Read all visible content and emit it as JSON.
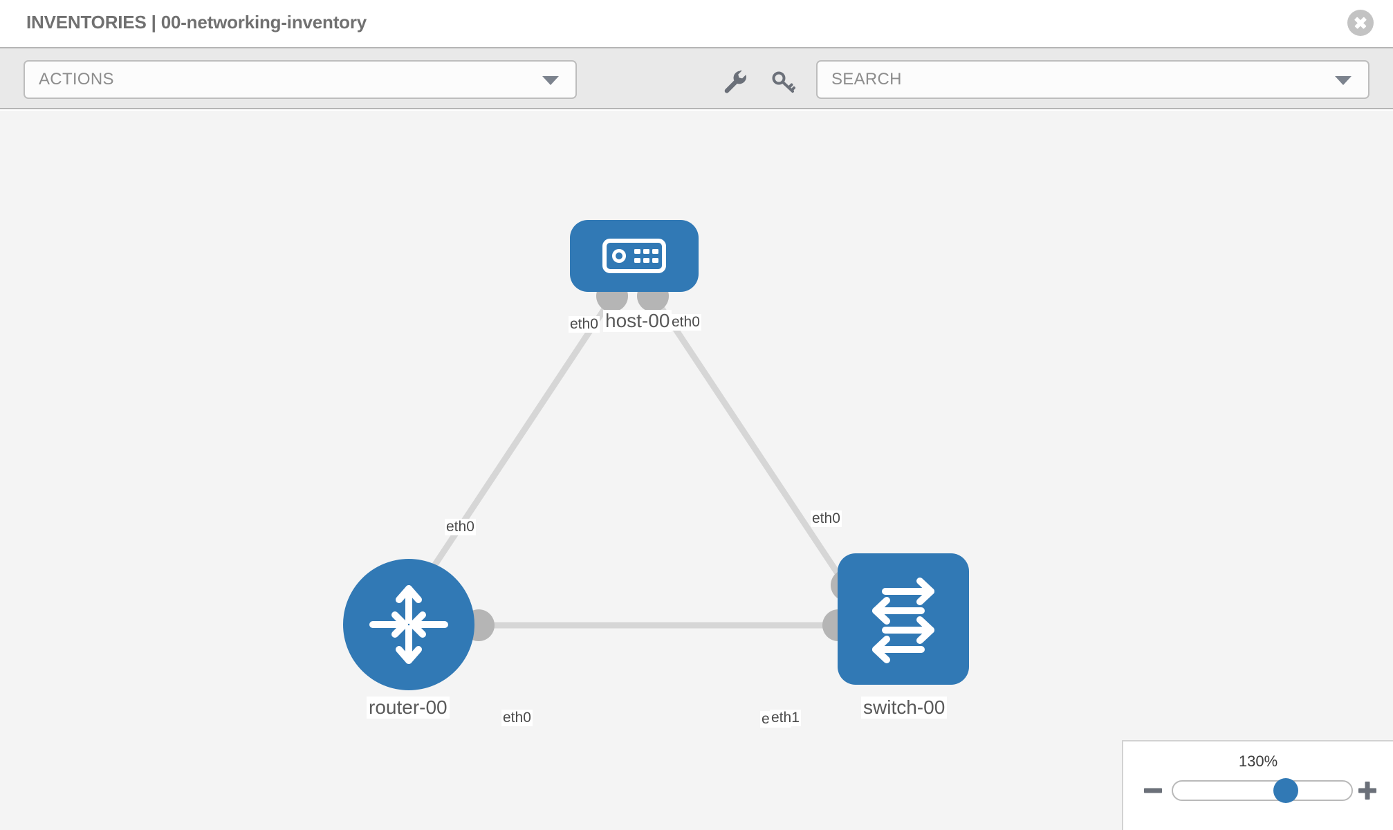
{
  "header": {
    "title": "INVENTORIES | 00-networking-inventory",
    "close_icon": "close-icon"
  },
  "toolbar": {
    "actions_label": "ACTIONS",
    "actions_caret_icon": "chevron-down-icon",
    "wrench_icon": "wrench-icon",
    "key_icon": "key-icon",
    "search_placeholder": "SEARCH",
    "search_caret_icon": "chevron-down-icon"
  },
  "topology": {
    "nodes": [
      {
        "id": "host-00",
        "label": "host-00",
        "type": "host",
        "icon": "server-icon",
        "shape": "rounded-rect",
        "color": "#3179b5"
      },
      {
        "id": "router-00",
        "label": "router-00",
        "type": "router",
        "icon": "router-arrows-icon",
        "shape": "circle",
        "color": "#3179b5"
      },
      {
        "id": "switch-00",
        "label": "switch-00",
        "type": "switch",
        "icon": "switch-arrows-icon",
        "shape": "rounded-rect",
        "color": "#3179b5"
      }
    ],
    "links": [
      {
        "from": "host-00",
        "from_iface": "eth0",
        "to": "router-00",
        "to_iface": "eth0"
      },
      {
        "from": "host-00",
        "from_iface": "eth0",
        "to": "switch-00",
        "to_iface": "eth0"
      },
      {
        "from": "router-00",
        "from_iface": "eth0",
        "to": "switch-00",
        "to_iface": "eth1"
      }
    ],
    "interface_labels": {
      "host_left": "eth0",
      "host_right": "eth0",
      "router_uplink": "eth0",
      "switch_uplink": "eth0",
      "router_eth0": "eth0",
      "switch_eth0": "eth0",
      "switch_eth1": "eth1"
    },
    "edge_color": "#d6d6d6",
    "connector_color": "#b5b5b5"
  },
  "zoom_control": {
    "level": "130%",
    "minus_icon": "minus-icon",
    "plus_icon": "plus-icon",
    "slider_position_percent": 63
  }
}
